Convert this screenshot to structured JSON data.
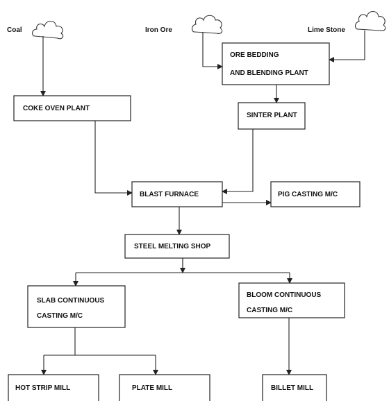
{
  "sources": {
    "coal": "Coal",
    "iron_ore": "Iron Ore",
    "lime_stone": "Lime Stone"
  },
  "boxes": {
    "ore_bedding_line1": "ORE BEDDING",
    "ore_bedding_line2": "AND  BLENDING PLANT",
    "coke_oven": "COKE OVEN PLANT",
    "sinter": "SINTER PLANT",
    "blast_furnace": "BLAST FURNACE",
    "pig_casting": "PIG CASTING M/C",
    "steel_melting": "STEEL MELTING SHOP",
    "slab_line1": "SLAB CONTINUOUS",
    "slab_line2": "CASTING M/C",
    "bloom_line1": "BLOOM CONTINUOUS",
    "bloom_line2": "CASTING M/C",
    "hot_strip": "HOT STRIP MILL",
    "plate_mill": "PLATE MILL",
    "billet_mill": "BILLET MILL"
  }
}
